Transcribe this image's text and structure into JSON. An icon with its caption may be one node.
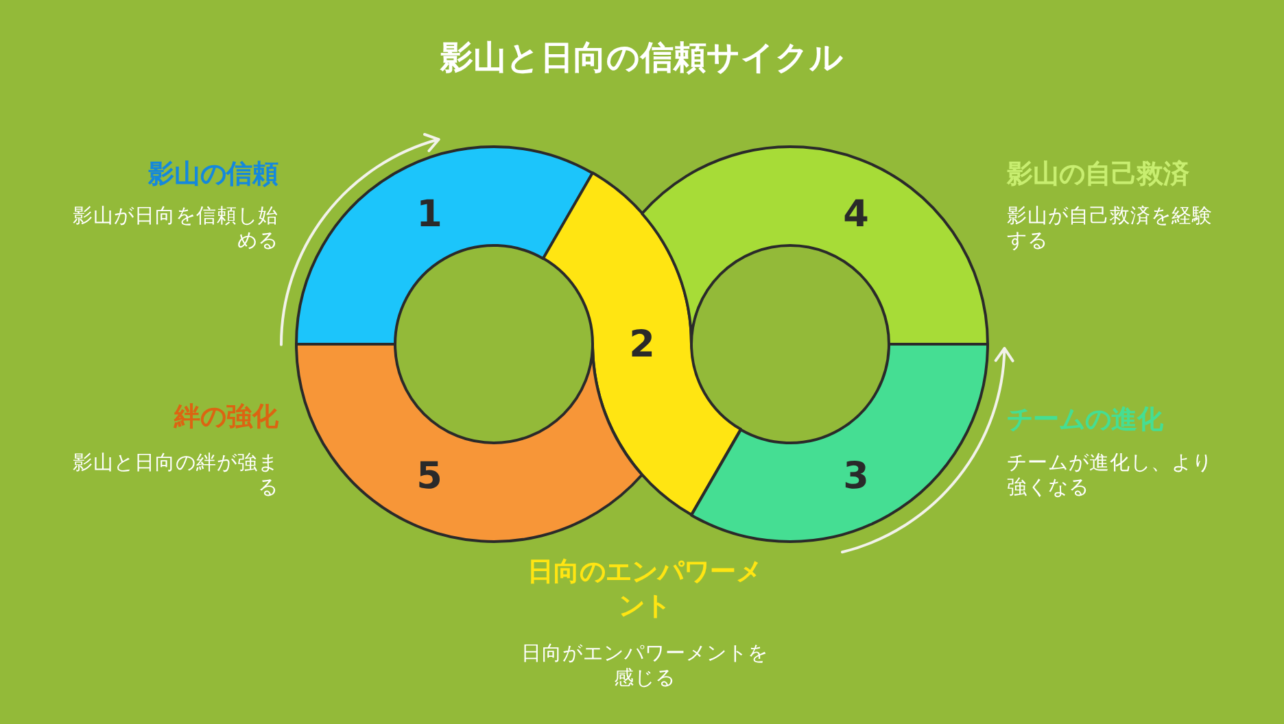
{
  "diagram": {
    "title": "影山と日向の信頼サイクル",
    "nodes": [
      {
        "text": [
          "1"
        ],
        "beside": [
          "影山の信頼",
          "影山が日向を信頼し始める"
        ]
      },
      {
        "text": [
          "2"
        ],
        "beside": [
          "日向のエンパワーメント",
          "日向がエンパワーメントを感じる"
        ]
      },
      {
        "text": [
          "3"
        ],
        "beside": [
          "チームの進化",
          "チームが進化し、より強くなる"
        ]
      },
      {
        "text": [
          "4"
        ],
        "beside": [
          "影山の自己救済",
          "影山が自己救済を経験する"
        ]
      },
      {
        "text": [
          "5"
        ],
        "beside": [
          "絆の強化",
          "影山と日向の絆が強まる"
        ]
      }
    ]
  }
}
